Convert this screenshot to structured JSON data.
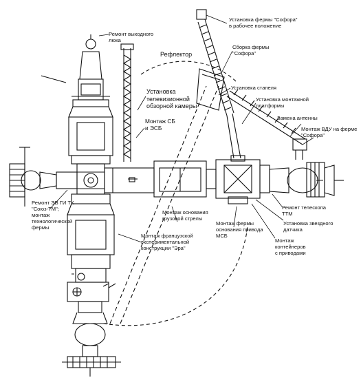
{
  "labels": {
    "hatch_repair": "Ремонт выходного\nлюка",
    "sofora_install": "Установка фермы \"Софора\"\nв рабочее положение",
    "reflector": "Рефлектор",
    "sofora_assembly": "Сборка фермы\n\"Софора\"",
    "stapel_install": "Установка стапеля",
    "tv_camera": "Установка\nтелевизионной\nобзорной камеры",
    "platform_install": "Установка монтажной\nплатформы",
    "antenna_replace": "Замена антенны",
    "sb_esb_mount": "Монтаж СБ\nи ЭСБ",
    "vdu_mount": "Монтаж ВДУ на ферме\n\"Софора\"",
    "soyuz_repair": "Ремонт ЭВ ГИ ТК\n\"Союз-ТМ\";\nмонтаж\nтехнологической\nфермы",
    "boom_base": "Монтаж основания\nгрузовой стрелы",
    "telescope_repair": "Ремонт телескопа\nТТМ",
    "msb_base": "Монтаж фермы\nоснования привода\nМСБ",
    "star_sensor": "Установка звездного\nдатчика",
    "era_mount": "Монтаж французской\nэкспериментальной\nконструкции \"Эра\"",
    "containers_mount": "Монтаж\nконтейнеров\nс приводами"
  },
  "colors": {
    "ink": "#111111",
    "background": "#ffffff"
  }
}
